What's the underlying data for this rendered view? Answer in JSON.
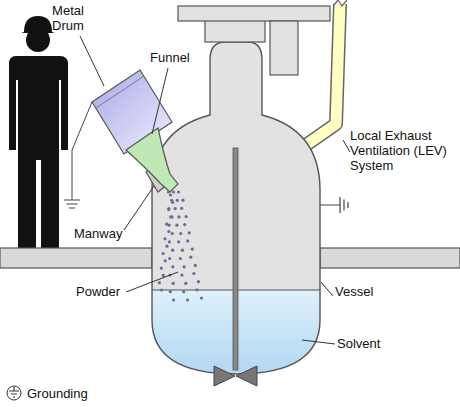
{
  "diagram": {
    "labels": [
      "Metal Drum",
      "Funnel",
      "Local Exhaust Ventilation (LEV) System",
      "Manway",
      "Powder",
      "Vessel",
      "Solvent"
    ],
    "legend": [
      {
        "text": "Grounding"
      }
    ]
  }
}
